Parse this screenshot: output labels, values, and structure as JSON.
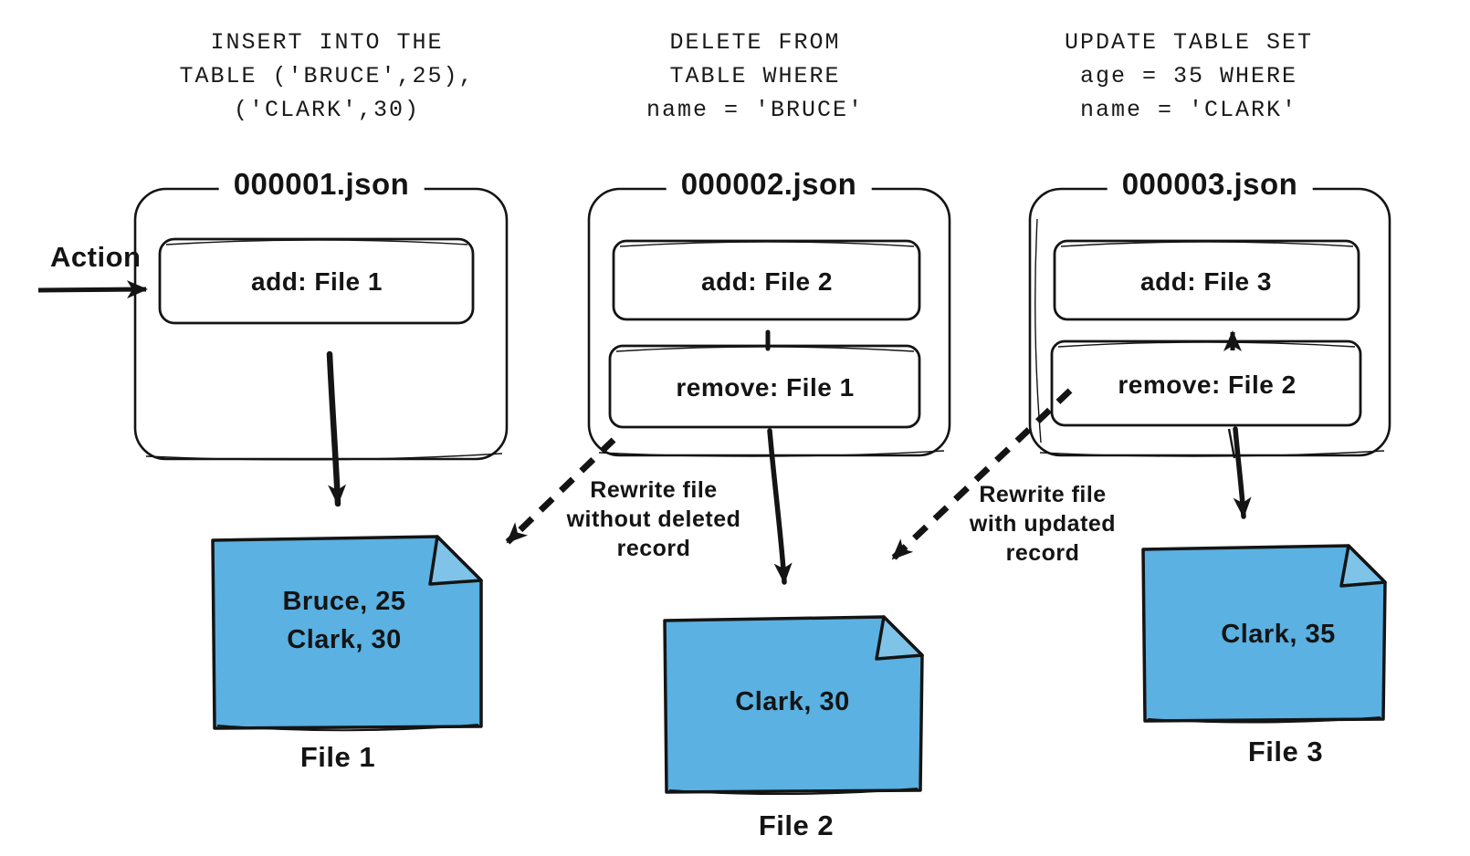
{
  "diagram": {
    "action_label": "Action",
    "columns": [
      {
        "sql_lines": [
          "INSERT INTO THE",
          "TABLE ('BRUCE',25),",
          "('CLARK',30)"
        ],
        "log_file": "000001.json",
        "entries": {
          "add": "add: File 1"
        },
        "file": {
          "records": [
            "Bruce, 25",
            "Clark, 30"
          ],
          "caption": "File 1"
        }
      },
      {
        "sql_lines": [
          "DELETE FROM",
          "TABLE WHERE",
          "name = 'BRUCE'"
        ],
        "log_file": "000002.json",
        "entries": {
          "add": "add: File 2",
          "remove": "remove: File 1"
        },
        "annotation_lines": [
          "Rewrite file",
          "without deleted",
          "record"
        ],
        "file": {
          "records": [
            "Clark, 30"
          ],
          "caption": "File 2"
        }
      },
      {
        "sql_lines": [
          "UPDATE TABLE SET",
          "age = 35 WHERE",
          "name = 'CLARK'"
        ],
        "log_file": "000003.json",
        "entries": {
          "add": "add: File 3",
          "remove": "remove: File 2"
        },
        "annotation_lines": [
          "Rewrite file",
          "with updated",
          "record"
        ],
        "file": {
          "records": [
            "Clark, 35"
          ],
          "caption": "File 3"
        }
      }
    ],
    "colors": {
      "file_fill": "#5AB1E2",
      "file_fold": "#7FC3E9",
      "ink": "#141414"
    }
  }
}
